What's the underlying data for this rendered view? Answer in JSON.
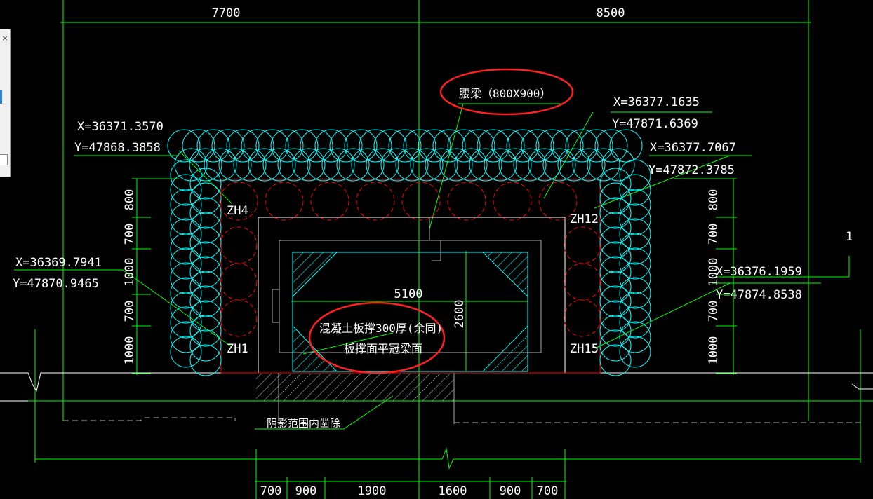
{
  "side_panel": {
    "close_glyph": "×"
  },
  "dimensions": {
    "top": [
      "7700",
      "8500"
    ],
    "bottom": [
      "700",
      "900",
      "1900",
      "1600",
      "900",
      "700"
    ],
    "left": [
      "1000",
      "700",
      "1000",
      "700",
      "800"
    ],
    "right": [
      "1000",
      "700",
      "1000",
      "700",
      "800"
    ],
    "width_inner": "5100",
    "height_inner": "2600"
  },
  "coordinates": [
    {
      "x": "X=36371.3570",
      "y": "Y=47868.3858"
    },
    {
      "x": "X=36377.1635",
      "y": "Y=47871.6369"
    },
    {
      "x": "X=36377.7067",
      "y": "Y=47872.3785"
    },
    {
      "x": "X=36369.7941",
      "y": "Y=47870.9465"
    },
    {
      "x": "X=36376.1959",
      "y": "Y=47874.8538"
    }
  ],
  "labels": {
    "waist_beam": "腰梁（800X900）",
    "slab_line1": "混凝土板撑300厚(余同)",
    "slab_line2": "板撑面平冠梁面",
    "shadow_note": "阴影范围内凿除",
    "axis_number": "1"
  },
  "piles": [
    "ZH4",
    "ZH12",
    "ZH1",
    "ZH15"
  ],
  "colors": {
    "background": "#000000",
    "dimension": "#00ff00",
    "pile_cyan": "#00ffff",
    "pile_red": "#ff0000",
    "outline": "#ffffff",
    "text": "#ffffff",
    "highlight": "#ff2020"
  }
}
